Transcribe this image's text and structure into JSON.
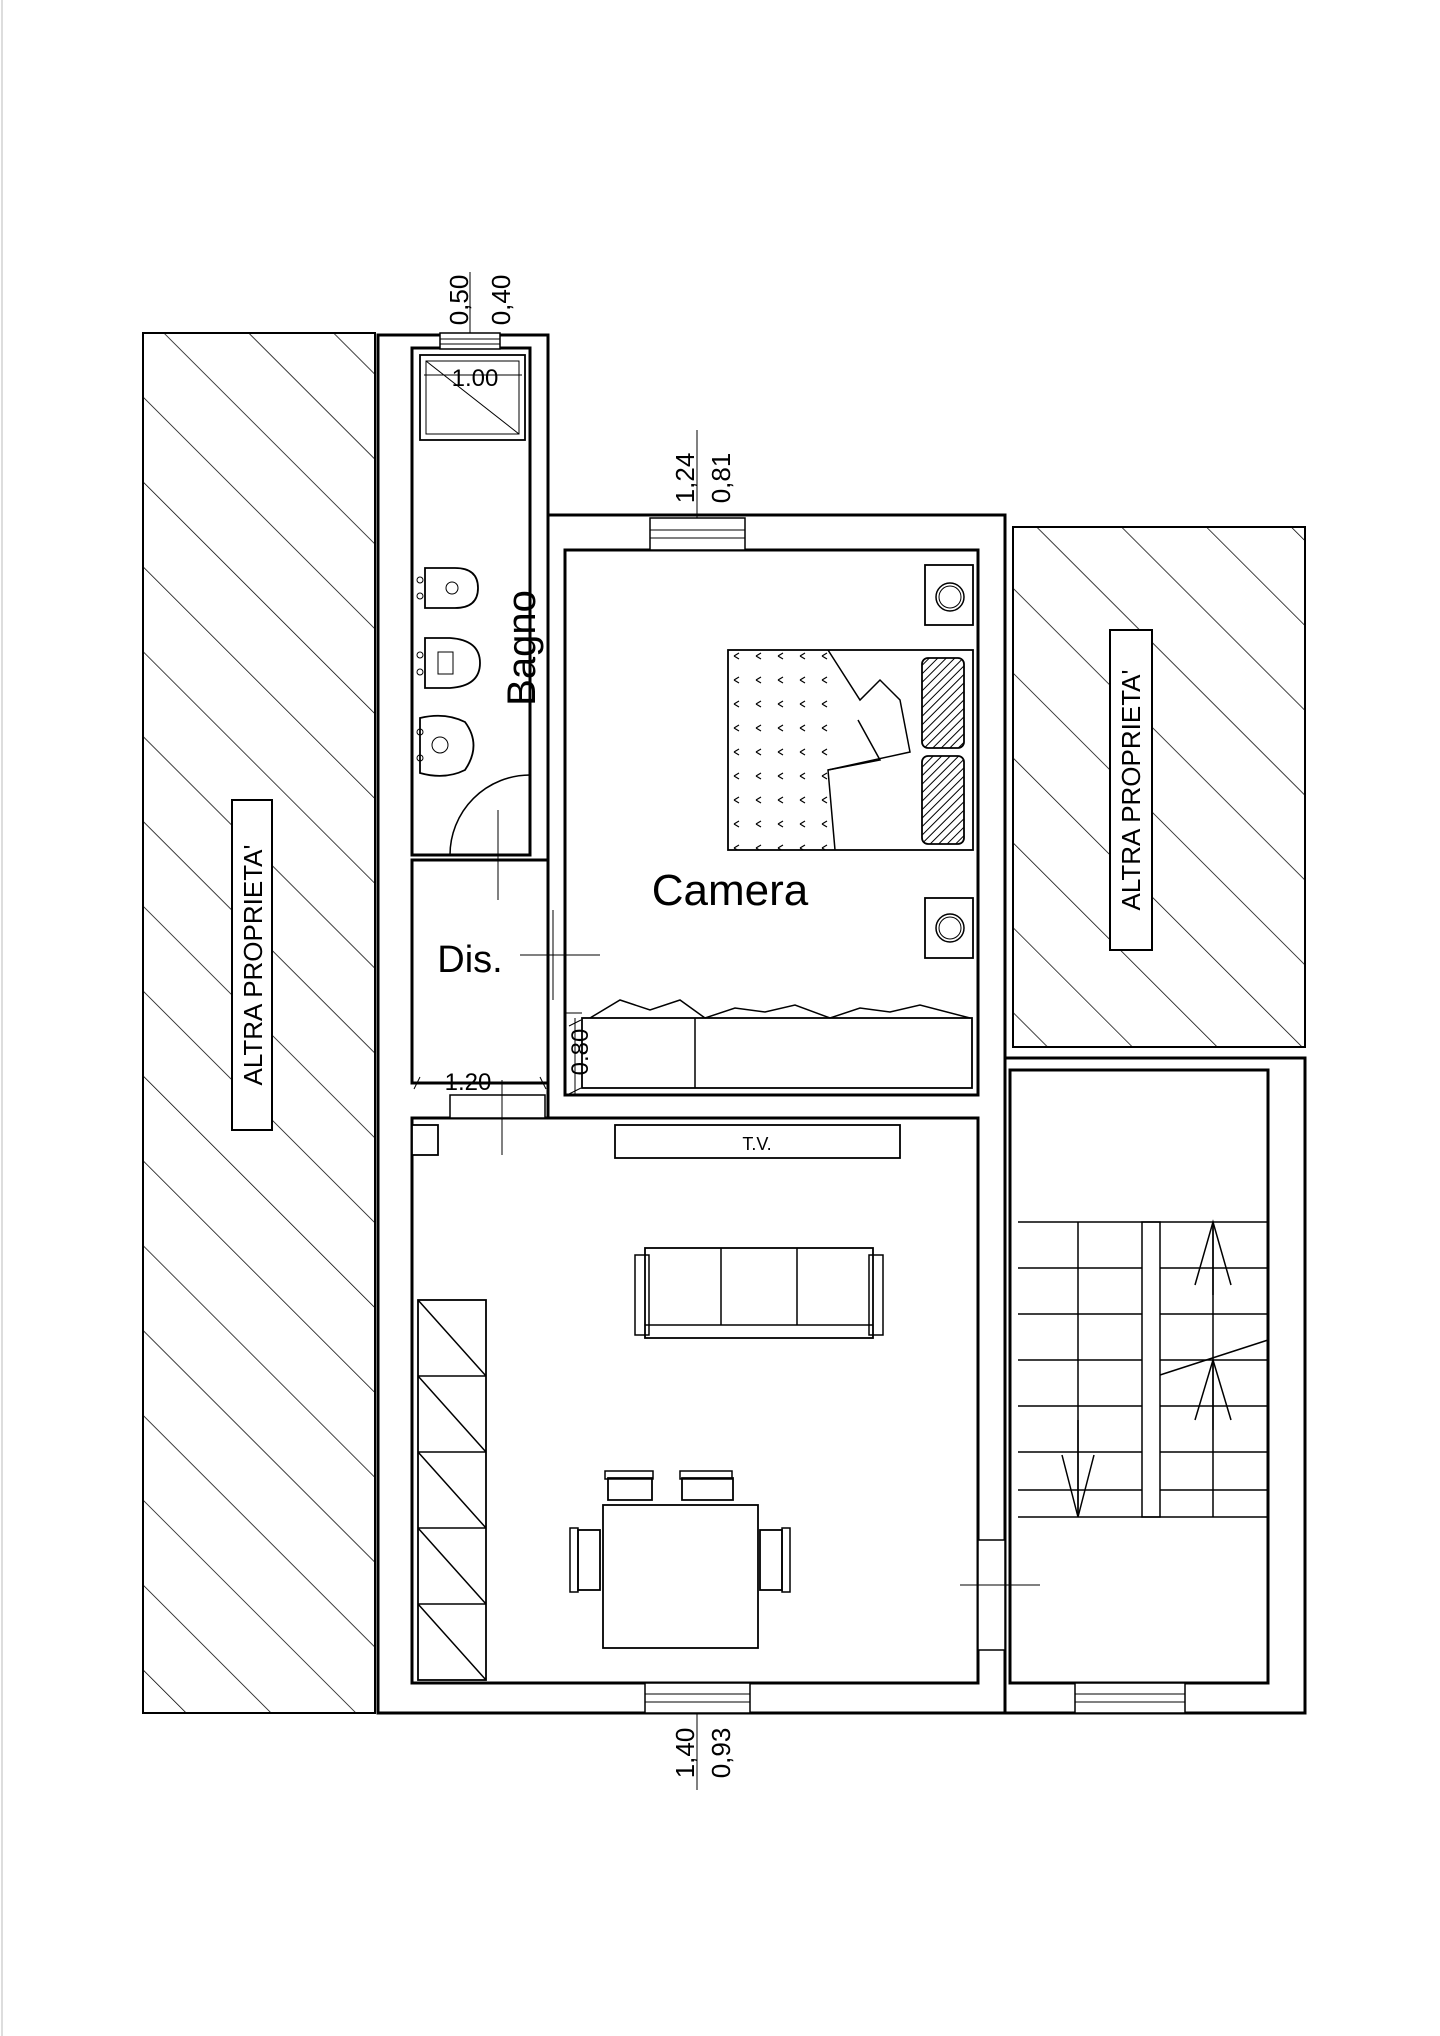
{
  "labels": {
    "bathroom": "Bagno",
    "bedroom": "Camera",
    "hallway": "Dis.",
    "tv": "T.V.",
    "other_property_left": "ALTRA PROPRIETA'",
    "other_property_right": "ALTRA PROPRIETA'"
  },
  "dimensions": {
    "bath_window_width": "0,50",
    "bath_window_height": "0,40",
    "shower_size": "1.00",
    "bedroom_window_width": "1,24",
    "bedroom_window_height": "0,81",
    "hallway_width": "1.20",
    "wardrobe_depth": "0.80",
    "living_window_width": "1,40",
    "living_window_height": "0,93"
  }
}
